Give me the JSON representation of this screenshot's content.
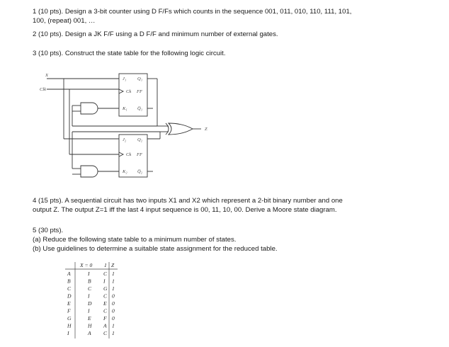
{
  "questions": {
    "q1": {
      "line1": "1 (10 pts). Design a 3-bit counter using D F/Fs which counts in the sequence 001, 011, 010, 110, 111, 101,",
      "line2": "100, (repeat) 001, …"
    },
    "q2": {
      "text": "2 (10 pts). Design a JK F/F using a D F/F and minimum number of external gates."
    },
    "q3": {
      "text": "3 (10 pts). Construct the state table for the following logic circuit."
    },
    "q4": {
      "line1": "4 (15 pts). A sequential circuit has two inputs X1 and X2 which represent a 2-bit binary number and one",
      "line2": "output Z. The output Z=1 iff the last 4 input sequence is 00, 11, 10, 00. Derive a Moore state diagram."
    },
    "q5": {
      "title": "5 (30 pts).",
      "part_a": "(a) Reduce the following state table to a minimum number of states.",
      "part_b": "(b) Use guidelines to determine a suitable state assignment for the reduced table."
    }
  },
  "circuit": {
    "input_x": "X",
    "input_clk": "Clk",
    "output_z": "Z",
    "ff1": {
      "j": "J₁",
      "q": "Q₁",
      "ck": "Ck",
      "ff": "FF",
      "k": "K₁",
      "qbar": "Q̅₁"
    },
    "ff2": {
      "j": "J₂",
      "q": "Q₂",
      "ck": "Ck",
      "ff": "FF",
      "k": "K₂",
      "qbar": "Q̅₂"
    }
  },
  "state_table": {
    "header": {
      "x_label": "X = 0",
      "x1": "1",
      "z": "Z"
    },
    "rows": [
      {
        "state": "A",
        "next0": "I",
        "next1": "C",
        "z": "1"
      },
      {
        "state": "B",
        "next0": "B",
        "next1": "I",
        "z": "1"
      },
      {
        "state": "C",
        "next0": "C",
        "next1": "G",
        "z": "1"
      },
      {
        "state": "D",
        "next0": "I",
        "next1": "C",
        "z": "0"
      },
      {
        "state": "E",
        "next0": "D",
        "next1": "E",
        "z": "0"
      },
      {
        "state": "F",
        "next0": "I",
        "next1": "C",
        "z": "0"
      },
      {
        "state": "G",
        "next0": "E",
        "next1": "F",
        "z": "0"
      },
      {
        "state": "H",
        "next0": "H",
        "next1": "A",
        "z": "1"
      },
      {
        "state": "I",
        "next0": "A",
        "next1": "C",
        "z": "1"
      }
    ]
  }
}
